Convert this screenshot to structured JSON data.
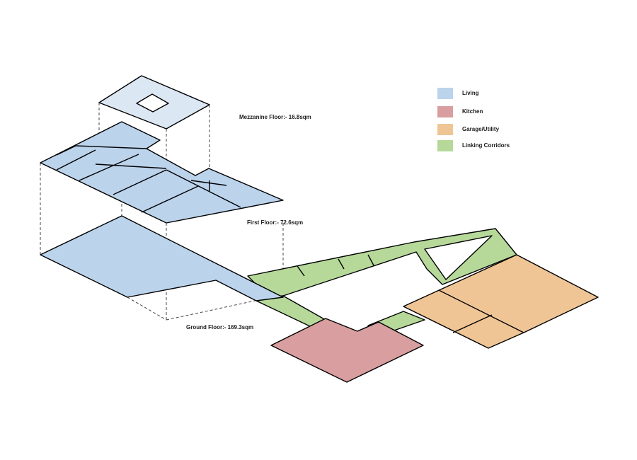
{
  "colors": {
    "living": "#bcd3ec",
    "living_light": "#dce7f4",
    "kitchen": "#d99e9f",
    "garage": "#f0c596",
    "corridor": "#b6d99a",
    "outline": "#000000"
  },
  "floors": {
    "mezzanine": "Mezzanine Floor:- 16.8sqm",
    "first": "First Floor:- 72.6sqm",
    "ground": "Ground Floor:- 169.3sqm"
  },
  "legend": [
    {
      "label": "Living",
      "color": "#bcd3ec"
    },
    {
      "label": "Kitchen",
      "color": "#d99e9f"
    },
    {
      "label": "Garage/Utility",
      "color": "#f0c596"
    },
    {
      "label": "Linking Corridors",
      "color": "#b6d99a"
    }
  ]
}
